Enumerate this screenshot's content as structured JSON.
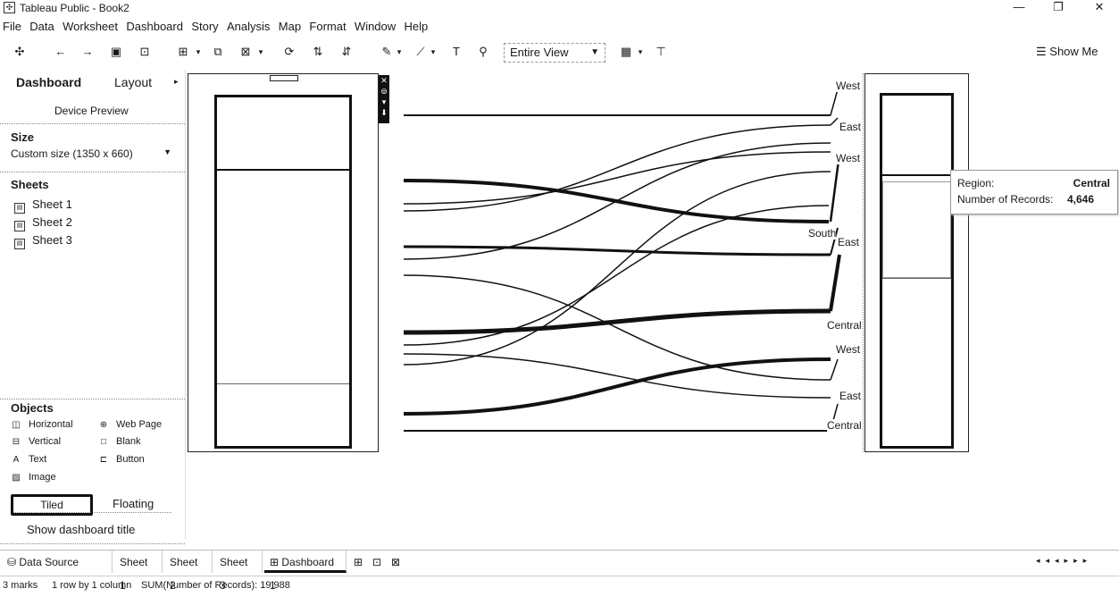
{
  "window": {
    "title": "Tableau Public - Book2",
    "buttons": [
      "—",
      "❐",
      "✕"
    ]
  },
  "menu": [
    "File",
    "Data",
    "Worksheet",
    "Dashboard",
    "Story",
    "Analysis",
    "Map",
    "Format",
    "Window",
    "Help"
  ],
  "toolbar": {
    "view_select": "Entire View",
    "show_me": "Show Me"
  },
  "left_panel": {
    "tabs": [
      "Dashboard",
      "Layout"
    ],
    "device_preview": "Device Preview",
    "size_title": "Size",
    "size_value": "Custom size (1350 x 660)",
    "sheets_title": "Sheets",
    "sheets": [
      "Sheet 1",
      "Sheet 2",
      "Sheet 3"
    ],
    "objects_title": "Objects",
    "objects": [
      "Horizontal",
      "Web Page",
      "Vertical",
      "Blank",
      "Text",
      "Button",
      "Image"
    ],
    "tiled_label": "Tiled",
    "floating_label": "Floating",
    "show_title_label": "Show dashboard title"
  },
  "viz": {
    "region_labels": [
      "West",
      "East",
      "West",
      "South",
      "East",
      "Central",
      "West",
      "East",
      "Central"
    ],
    "tooltip": {
      "field1_label": "Region:",
      "field1_value": "Central",
      "field2_label": "Number of Records:",
      "field2_value": "4,646"
    }
  },
  "bottom_tabs": [
    "Data Source",
    "Sheet 1",
    "Sheet 2",
    "Sheet 3",
    "Dashboard 1"
  ],
  "status": {
    "marks": "3 marks",
    "rows": "1 row by 1 column",
    "sum": "SUM(Number of Records): 19,988"
  }
}
